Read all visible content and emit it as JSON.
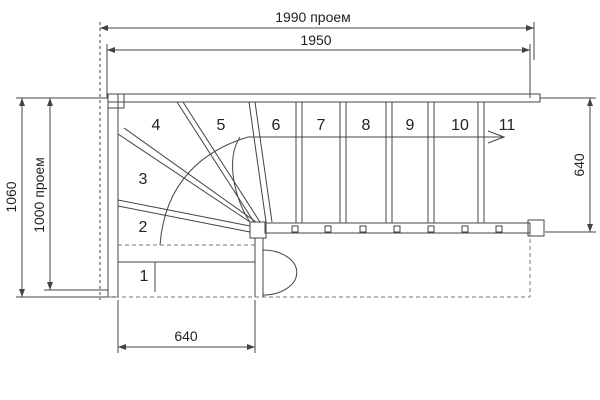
{
  "dimensions": {
    "opening_width": "1990 проем",
    "stair_width": "1950",
    "total_depth": "1060",
    "opening_depth": "1000 проем",
    "flight_width_right": "640",
    "flight_width_bottom": "640"
  },
  "steps": [
    "1",
    "2",
    "3",
    "4",
    "5",
    "6",
    "7",
    "8",
    "9",
    "10",
    "11"
  ],
  "colors": {
    "line": "#444444",
    "dashed": "#777777",
    "text": "#222222"
  }
}
